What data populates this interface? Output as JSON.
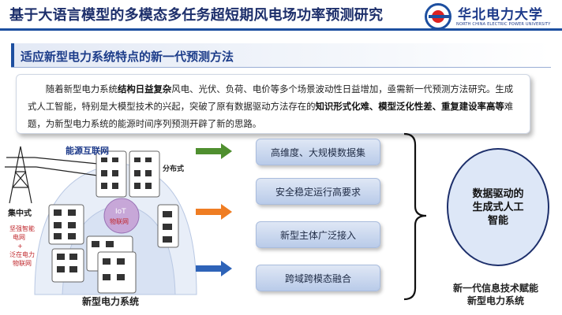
{
  "header": {
    "title": "基于大语言模型的多模态多任务超短期风电场功率预测研究",
    "logo_name_cn": "华北电力大学",
    "logo_name_en": "NORTH CHINA ELECTRIC POWER UNIVERSITY"
  },
  "section": {
    "title": "适应新型电力系统特点的新一代预测方法"
  },
  "description": {
    "p1_a": "随着新型电力系统",
    "p1_b": "结构日益复杂",
    "p1_c": "风电、光伏、负荷、电价等多个场景波动性日益增加，亟需新一代预测方法研究。生成式人工智能，特别是大模型技术的兴起，突破了原有数据驱动方法存在的",
    "p1_d": "知识形式化难、模型泛化性差、重复建设率高等",
    "p1_e": "难题，为新型电力系统的能源时间序列预测开辟了新的思路。"
  },
  "illustration": {
    "title": "能源互联网",
    "centralized": "集中式",
    "distributed": "分布式",
    "iot_line1": "IoT",
    "iot_line2": "物联网",
    "left_red_1": "坚强智能",
    "left_red_2": "电网",
    "left_red_3": "+",
    "left_red_4": "泛在电力",
    "left_red_5": "物联网",
    "caption": "新型电力系统"
  },
  "items": [
    {
      "label": "高维度、大规模数据集",
      "arrow_color": "#4f8f2f"
    },
    {
      "label": "安全稳定运行高要求",
      "arrow_color": ""
    },
    {
      "label": "新型主体广泛接入",
      "arrow_color": "#ef7d23"
    },
    {
      "label": "跨域跨模态融合",
      "arrow_color": "#2e63b8"
    }
  ],
  "result": {
    "ellipse_line1": "数据驱动的",
    "ellipse_line2": "生成式人工",
    "ellipse_line3": "智能",
    "caption_line1": "新一代信息技术赋能",
    "caption_line2": "新型电力系统"
  }
}
